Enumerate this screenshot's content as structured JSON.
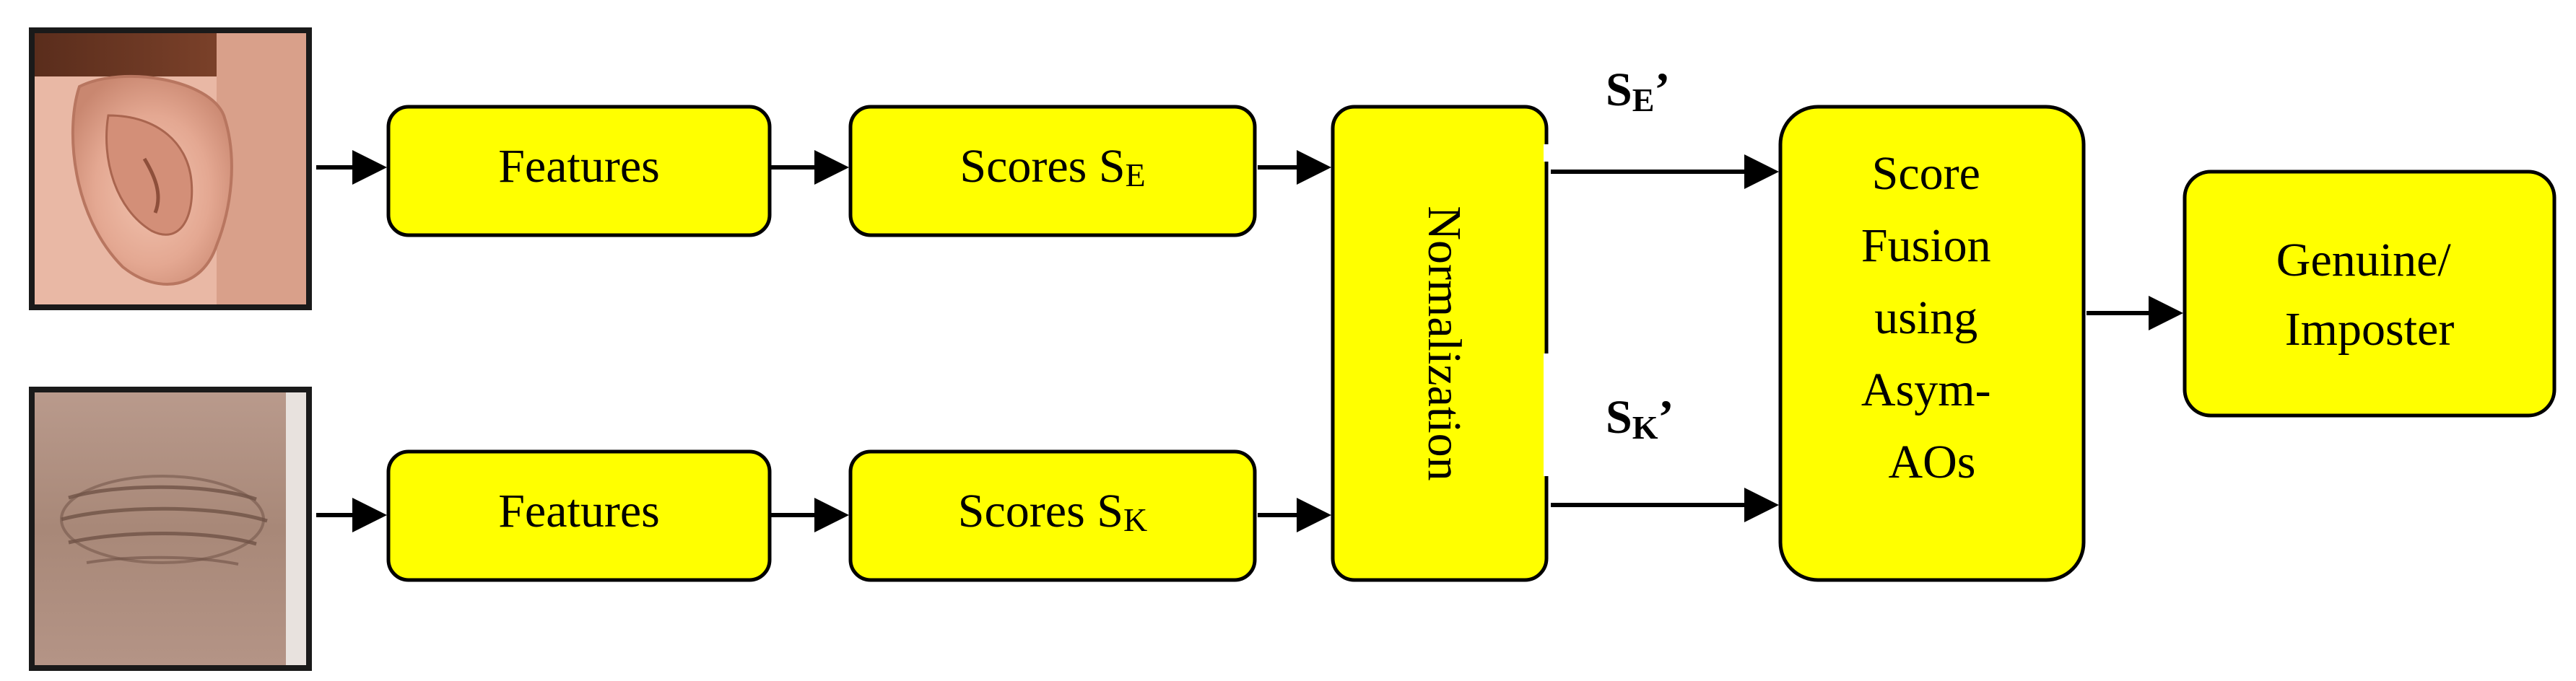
{
  "colors": {
    "box_fill": "#ffff00",
    "stroke": "#000000",
    "background": "#ffffff"
  },
  "images": {
    "ear": "ear-photo",
    "knuckle": "knuckle-photo"
  },
  "features_top": "Features",
  "features_bottom": "Features",
  "scores_top": {
    "main": "Scores S",
    "sub": "E"
  },
  "scores_bottom": {
    "main": "Scores S",
    "sub": "K"
  },
  "normalization": "Normalization",
  "edge_top": {
    "main": "S",
    "sub": "E",
    "prime": "’"
  },
  "edge_bottom": {
    "main": "S",
    "sub": "K",
    "prime": "’"
  },
  "fusion_lines": [
    "Score",
    "Fusion",
    "using",
    "Asym-",
    "AOs"
  ],
  "output_lines": [
    "Genuine/",
    "Imposter"
  ]
}
